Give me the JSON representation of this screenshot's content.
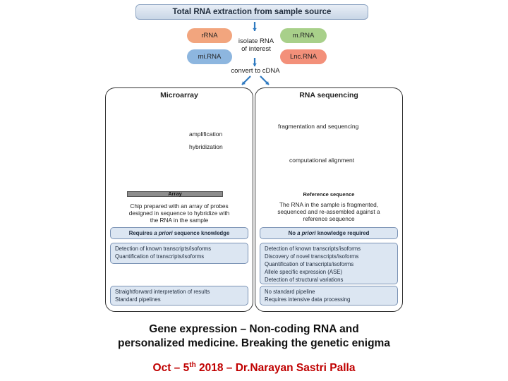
{
  "diagram": {
    "title": "Total RNA extraction from sample source",
    "rna_types": [
      "rRNA",
      "m.RNA",
      "mi.RNA",
      "Lnc.RNA"
    ],
    "isolate_line1": "isolate RNA",
    "isolate_line2": "of interest",
    "convert": "convert to cDNA",
    "microarray": {
      "title": "Microarray",
      "step1": "amplification",
      "step2": "hybridization",
      "array_label": "Array",
      "description": [
        "Chip prepared with an array of probes",
        "designed in sequence to hybridize with",
        "the RNA in the sample"
      ],
      "requirement_pre": "Requires ",
      "requirement_em": "a priori",
      "requirement_post": " sequence knowledge",
      "capabilities": [
        "Detection of known transcripts/isoforms",
        "Quantification of transcripts/isoforms"
      ],
      "notes": [
        "Straightforward interpretation of results",
        "Standard pipelines"
      ]
    },
    "rnaseq": {
      "title": "RNA sequencing",
      "step1": "fragmentation and sequencing",
      "step2": "computational alignment",
      "reference_label": "Reference sequence",
      "description": [
        "The RNA in the sample is fragmented,",
        "sequenced and re-assembled against a",
        "reference sequence"
      ],
      "requirement_pre": "No ",
      "requirement_em": "a priori",
      "requirement_post": " knowledge required",
      "capabilities": [
        "Detection of known transcripts/isoforms",
        "Discovery of novel transcripts/isoforms",
        "Quantification of transcripts/isoforms",
        "Allele specific expression (ASE)",
        "Detection of structural variations"
      ],
      "notes": [
        "No standard pipeline",
        "Requires  intensive data processing"
      ]
    }
  },
  "caption": {
    "line1": "Gene expression – Non-coding RNA and",
    "line2": "personalized medicine. Breaking the genetic enigma"
  },
  "footer": {
    "pre": "Oct – 5",
    "sup": "th",
    "post": " 2018 – Dr.Narayan Sastri Palla"
  },
  "colors": {
    "rna_strand": "#9b2a2a",
    "probe": "#3c6fa3",
    "arrow": "#2f7ac0",
    "footer_text": "#c00000"
  }
}
